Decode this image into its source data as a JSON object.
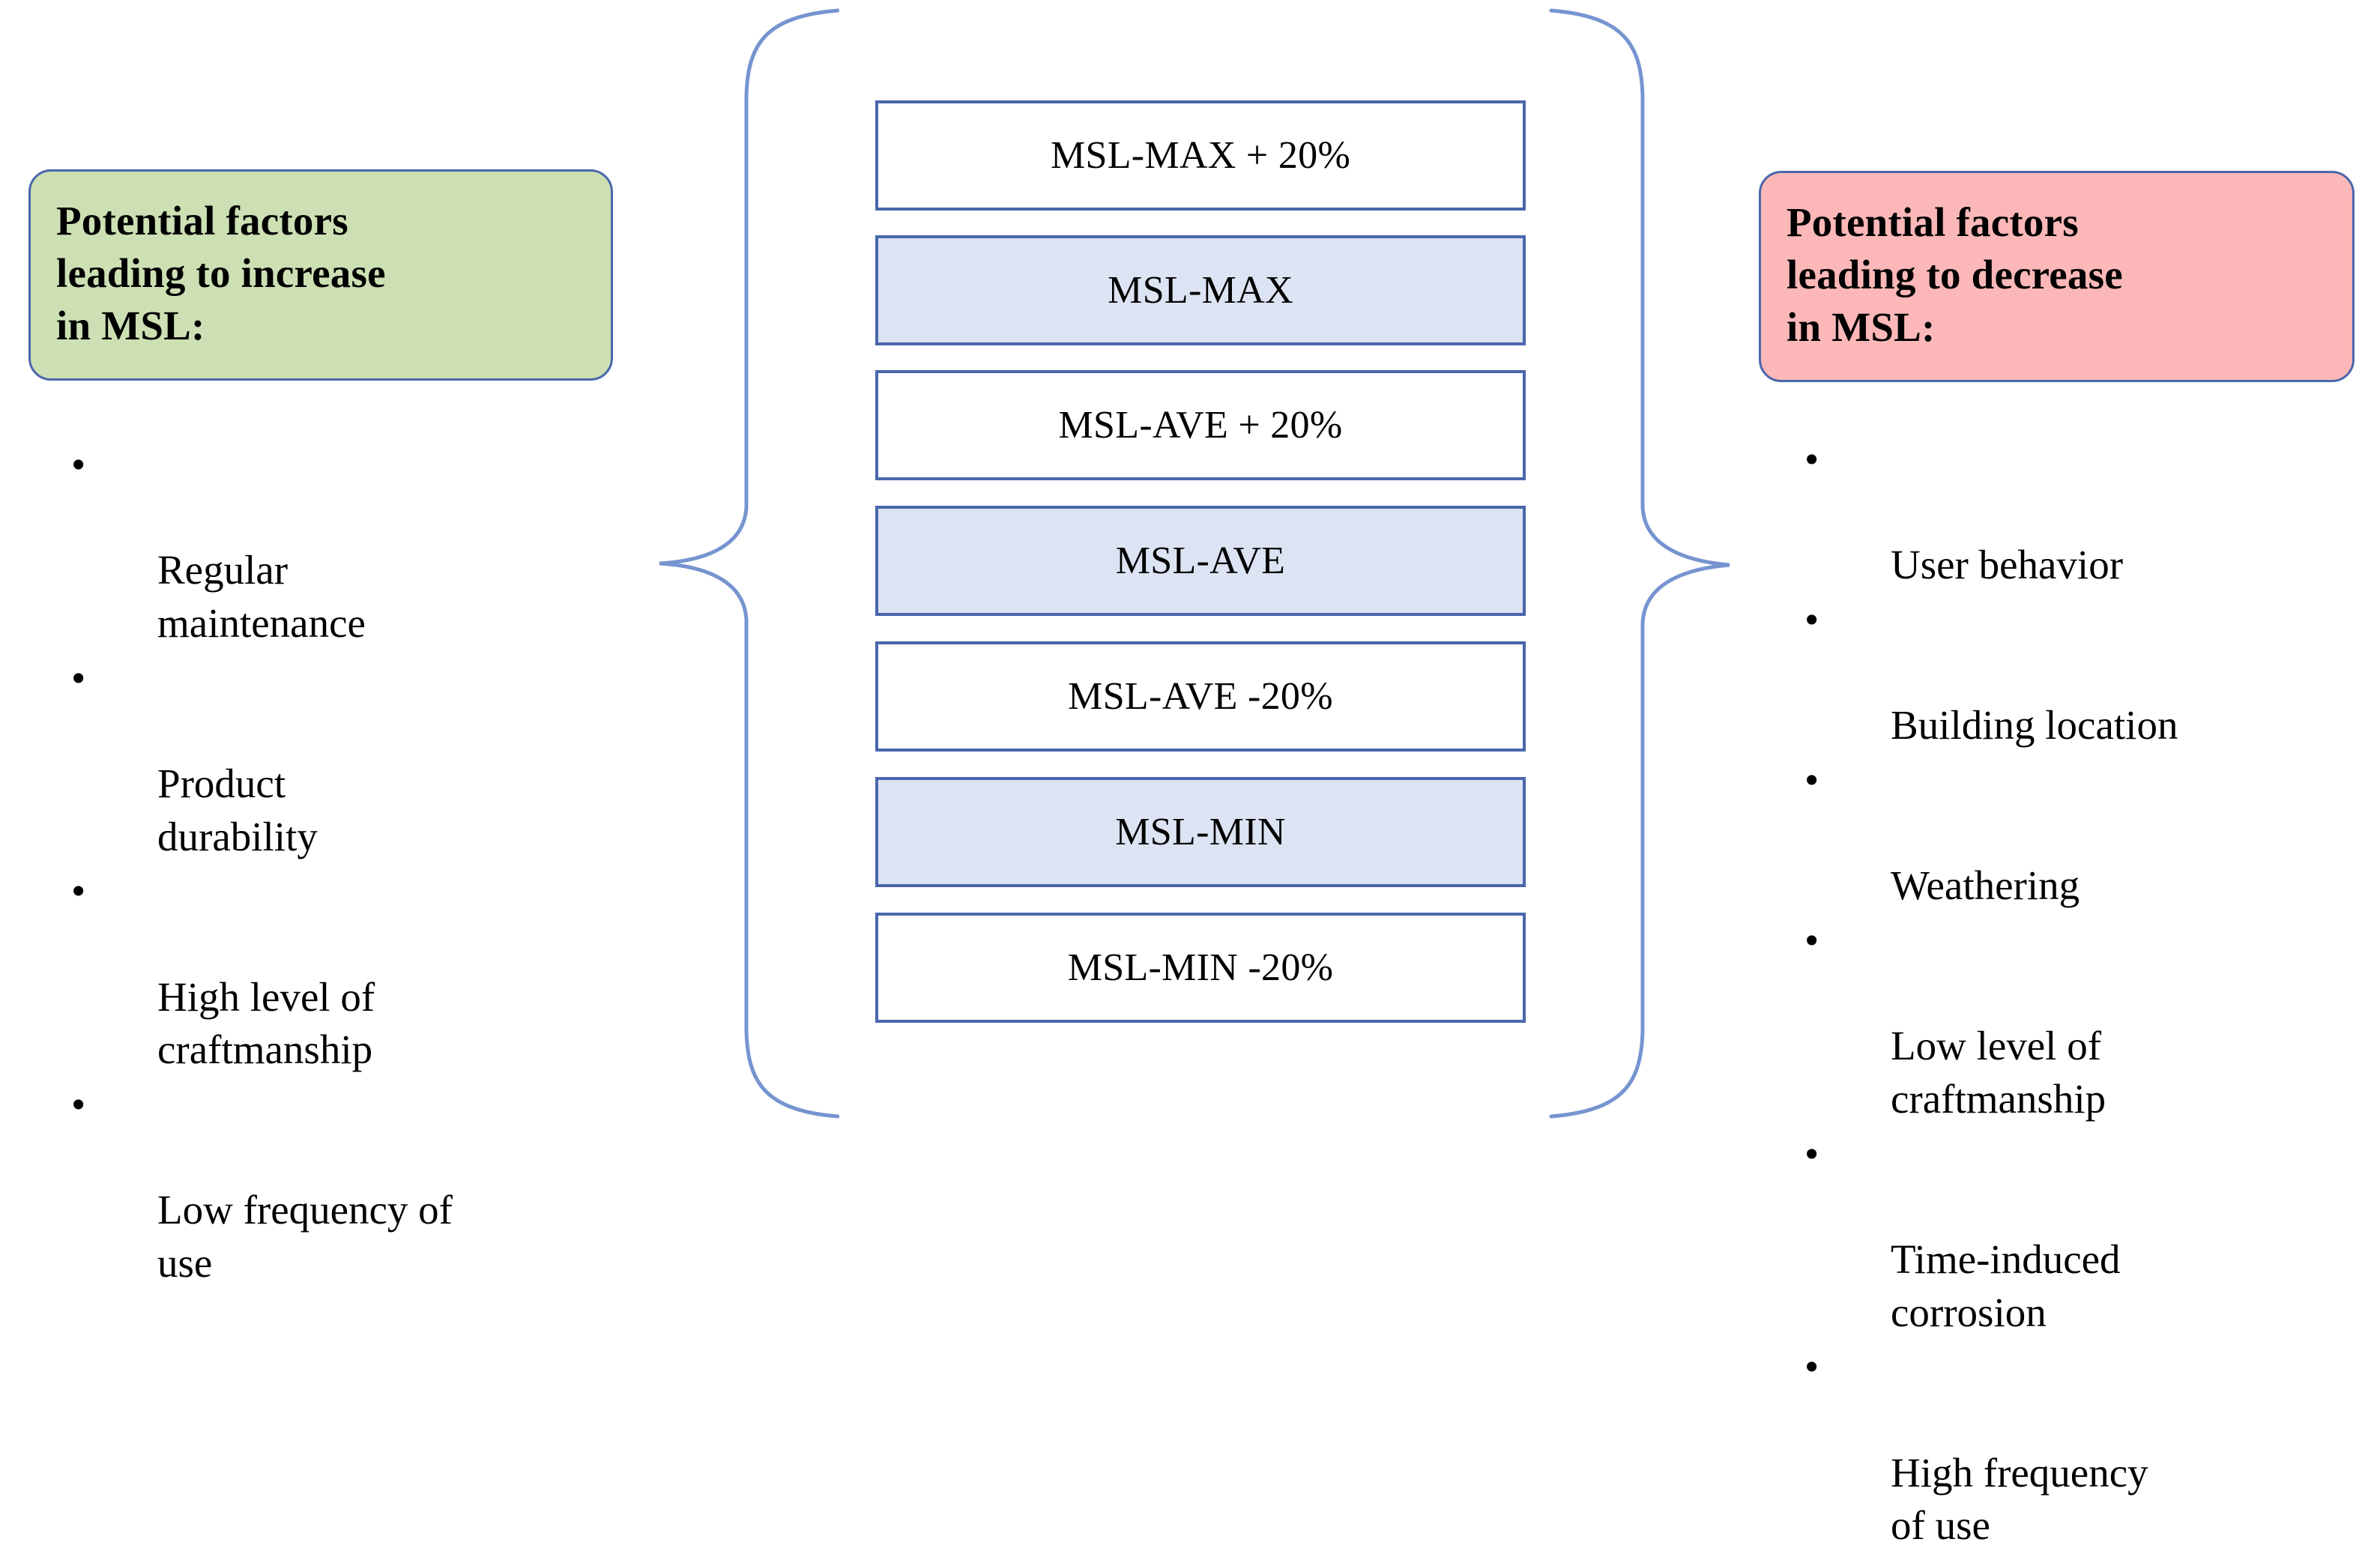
{
  "diagram": {
    "title_left": "Potential factors leading to increase in MSL:",
    "title_right": "Potential factors leading to decrease in MSL:",
    "accent_border": "#4a66ac",
    "green_fill": "#cde0b4",
    "pink_fill": "#fcb8b8",
    "blue_fill": "#dce3f2",
    "white_fill": "#ffffff",
    "brace_color": "#7694cf"
  },
  "left_panel": {
    "heading": "Potential factors\nleading to increase\nin MSL:",
    "bullet_glyph": "•",
    "items": [
      "Regular\nmaintenance",
      "Product\ndurability",
      "High level of\ncraftmanship",
      "Low frequency of\nuse"
    ]
  },
  "right_panel": {
    "heading": "Potential factors\nleading to decrease\nin MSL:",
    "bullet_glyph": "•",
    "items": [
      "User behavior",
      "Building location",
      "Weathering",
      "Low level of\ncraftmanship",
      "Time-induced\ncorrosion",
      "High frequency\nof use"
    ]
  },
  "center_stack": {
    "boxes": [
      {
        "label": "MSL-MAX + 20%",
        "fill": "white"
      },
      {
        "label": "MSL-MAX",
        "fill": "blue"
      },
      {
        "label": "MSL-AVE + 20%",
        "fill": "white"
      },
      {
        "label": "MSL-AVE",
        "fill": "blue"
      },
      {
        "label": "MSL-AVE -20%",
        "fill": "white"
      },
      {
        "label": "MSL-MIN",
        "fill": "blue"
      },
      {
        "label": "MSL-MIN -20%",
        "fill": "white"
      }
    ]
  }
}
